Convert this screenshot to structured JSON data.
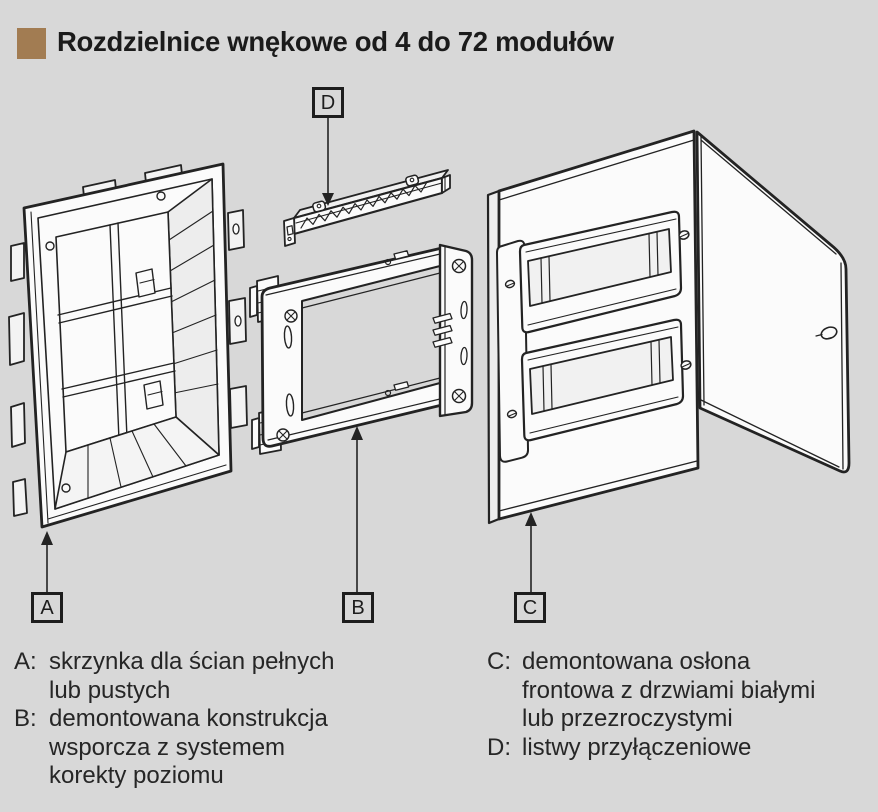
{
  "page": {
    "background": "#d8d8d8",
    "accent": "#a27c52",
    "line_color": "#232323"
  },
  "header": {
    "title": "Rozdzielnice wnękowe od 4 do 72 modułów"
  },
  "diagram": {
    "callouts": {
      "a": "A",
      "b": "B",
      "c": "C",
      "d": "D"
    }
  },
  "legend": {
    "items_left": [
      {
        "key": "A:",
        "lines": [
          "skrzynka dla ścian pełnych",
          "lub pustych"
        ]
      },
      {
        "key": "B:",
        "lines": [
          "demontowana konstrukcja",
          "wsporcza z systemem",
          "korekty poziomu"
        ]
      }
    ],
    "items_right": [
      {
        "key": "C:",
        "lines": [
          "demontowana osłona",
          "frontowa z drzwiami białymi",
          "lub przezroczystymi"
        ]
      },
      {
        "key": "D:",
        "lines": [
          "listwy przyłączeniowe"
        ]
      }
    ]
  }
}
